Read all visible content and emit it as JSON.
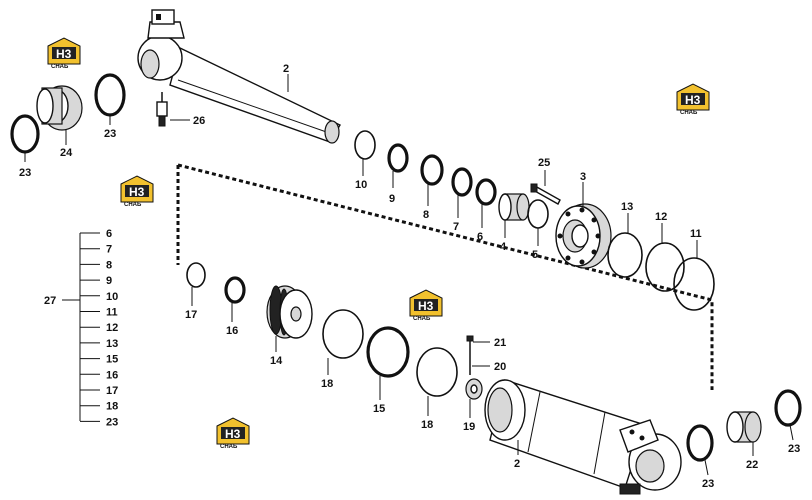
{
  "callouts": {
    "c2a": "2",
    "c26": "26",
    "c23a": "23",
    "c24": "24",
    "c23b": "23",
    "c10": "10",
    "c9": "9",
    "c8": "8",
    "c7": "7",
    "c6": "6",
    "c4": "4",
    "c25": "25",
    "c3": "3",
    "c5": "5",
    "c13": "13",
    "c12": "12",
    "c11": "11",
    "c17": "17",
    "c16": "16",
    "c14": "14",
    "c18a": "18",
    "c15": "15",
    "c18b": "18",
    "c21": "21",
    "c20": "20",
    "c19": "19",
    "c2b": "2",
    "c23c": "23",
    "c22": "22",
    "c23d": "23"
  },
  "kit": {
    "label": "27",
    "items": [
      "6",
      "7",
      "8",
      "9",
      "10",
      "11",
      "12",
      "13",
      "15",
      "16",
      "17",
      "18",
      "23"
    ]
  },
  "watermark": {
    "letters": "H3",
    "caption": "CHAБ",
    "color": "#f2c12e"
  }
}
